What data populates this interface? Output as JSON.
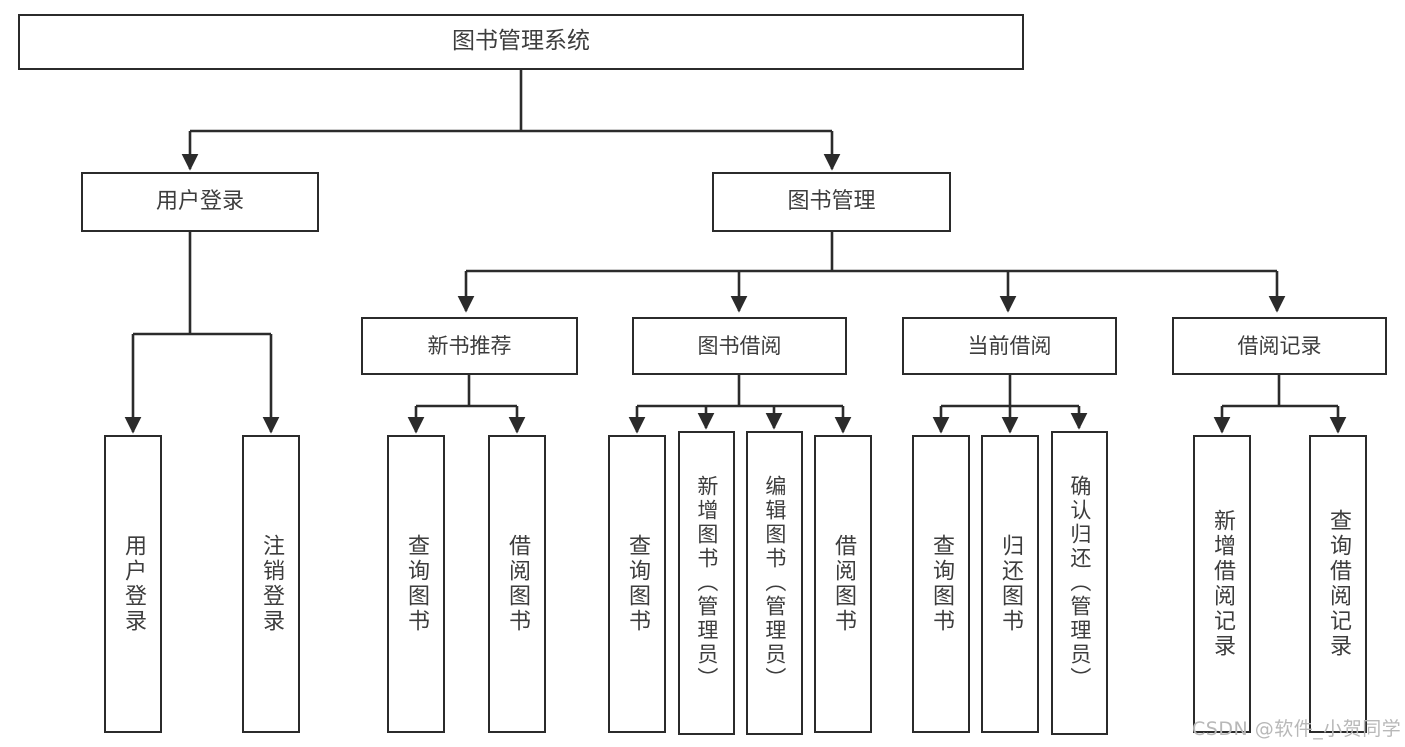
{
  "diagram": {
    "type": "tree",
    "title": "图书管理系统",
    "orientation": "top-down",
    "colors": {
      "box_border": "#2b2b2b",
      "box_fill": "#ffffff",
      "text": "#3d3d3d",
      "connector": "#2b2b2b",
      "watermark": "#b8b8b8",
      "background": "#ffffff"
    }
  },
  "nodes": {
    "root": {
      "label": "图书管理系统"
    },
    "level1": [
      {
        "label": "用户登录"
      },
      {
        "label": "图书管理"
      }
    ],
    "level2": [
      {
        "label": "新书推荐"
      },
      {
        "label": "图书借阅"
      },
      {
        "label": "当前借阅"
      },
      {
        "label": "借阅记录"
      }
    ],
    "leaves": {
      "user_login": [
        {
          "label": "用户登录"
        },
        {
          "label": "注销登录"
        }
      ],
      "new_book_recommend": [
        {
          "label": "查询图书"
        },
        {
          "label": "借阅图书"
        }
      ],
      "book_borrow": [
        {
          "label": "查询图书"
        },
        {
          "label": "新增图书（管理员）"
        },
        {
          "label": "编辑图书（管理员）"
        },
        {
          "label": "借阅图书"
        }
      ],
      "current_borrow": [
        {
          "label": "查询图书"
        },
        {
          "label": "归还图书"
        },
        {
          "label": "确认归还（管理员）"
        }
      ],
      "borrow_record": [
        {
          "label": "新增借阅记录"
        },
        {
          "label": "查询借阅记录"
        }
      ]
    }
  },
  "watermark": {
    "text": "CSDN @软件_小贺同学"
  }
}
